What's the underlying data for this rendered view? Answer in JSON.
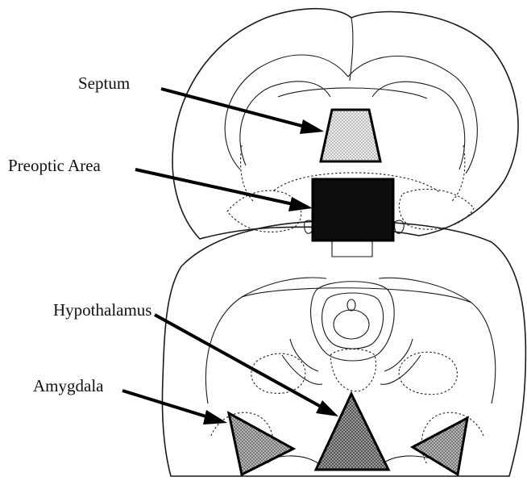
{
  "labels": {
    "septum": "Septum",
    "preoptic_area": "Preoptic Area",
    "hypothalamus": "Hypothalamus",
    "amygdala": "Amygdala"
  },
  "colors": {
    "septum_fill": "#e2e2e2",
    "preoptic_fill": "#111111",
    "hypothalamus_fill": "#6f6f6f",
    "amygdala_fill": "#8a8a8a",
    "line": "#1a1a1a",
    "background": "#ffffff"
  }
}
